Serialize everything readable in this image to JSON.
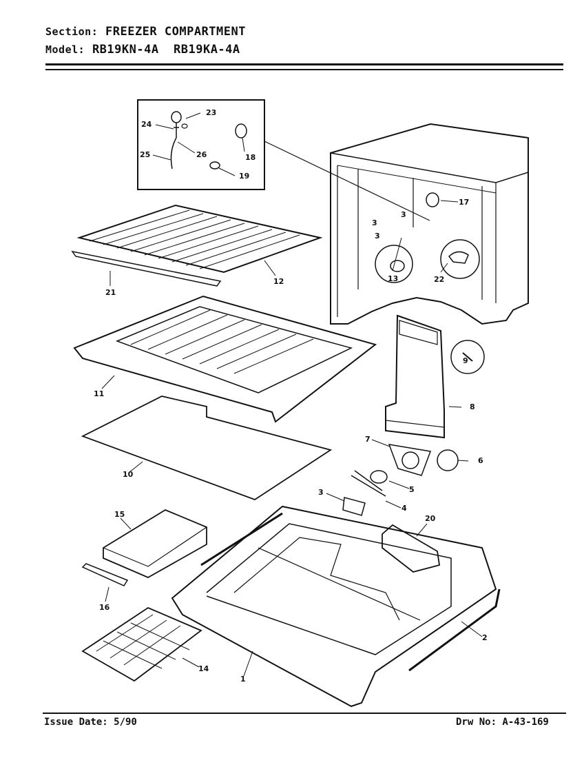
{
  "header": {
    "section_key": "Section:",
    "section_value": "FREEZER COMPARTMENT",
    "model_key": "Model:",
    "model_value": "RB19KN-4A  RB19KA-4A"
  },
  "footer": {
    "issue_date": "Issue Date: 5/90",
    "drawing_no": "Drw No: A-43-169"
  },
  "callouts": [
    "1",
    "2",
    "3",
    "4",
    "5",
    "6",
    "7",
    "8",
    "9",
    "10",
    "11",
    "12",
    "13",
    "14",
    "15",
    "16",
    "17",
    "18",
    "19",
    "20",
    "21",
    "22",
    "23",
    "24",
    "25",
    "26",
    "3",
    "3",
    "3"
  ]
}
